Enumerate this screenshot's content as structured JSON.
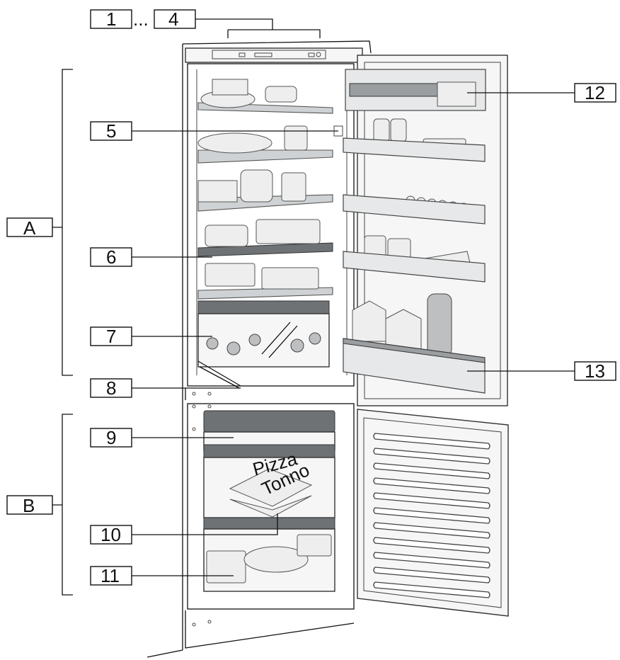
{
  "labels": {
    "l1": "1",
    "dots": "...",
    "l4": "4",
    "l5": "5",
    "l6": "6",
    "l7": "7",
    "l8": "8",
    "l9": "9",
    "l10": "10",
    "l11": "11",
    "l12": "12",
    "l13": "13",
    "lA": "A",
    "lB": "B"
  },
  "packaging_text": {
    "pizza": "Pizza",
    "tonno": "Tonno"
  },
  "colors": {
    "line": "#111111",
    "shelf": "#cfd2d4",
    "background": "#ffffff"
  }
}
